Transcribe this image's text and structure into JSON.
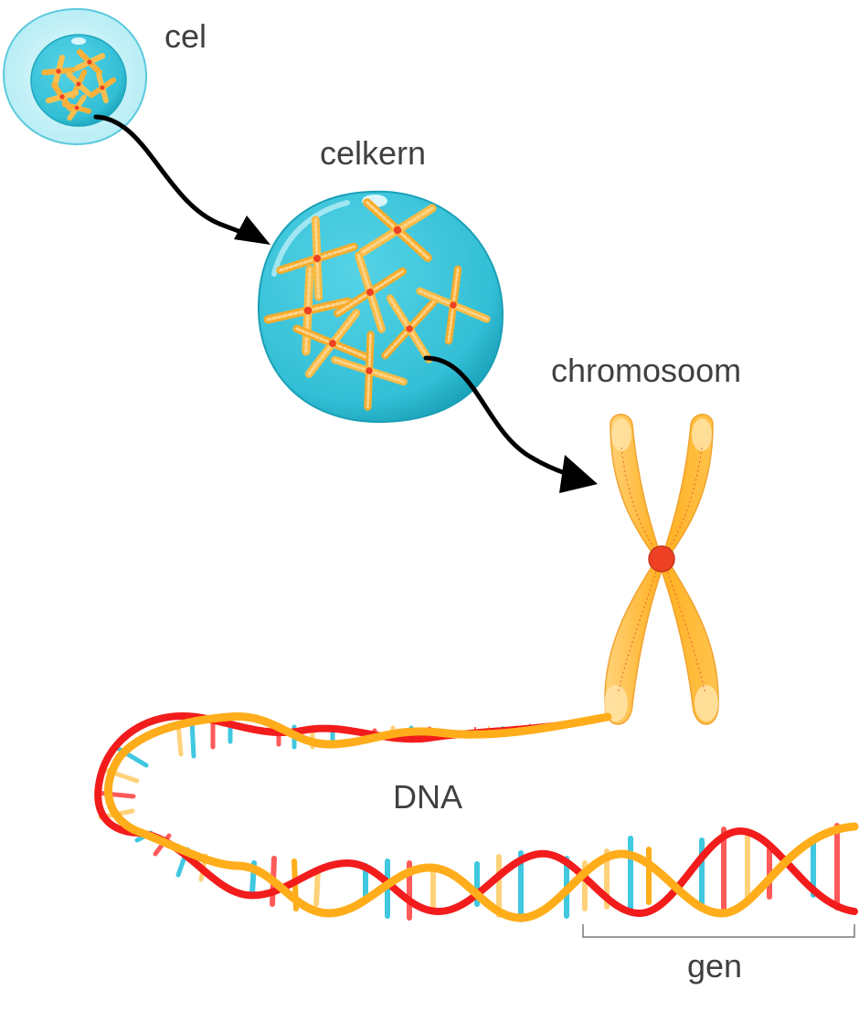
{
  "labels": {
    "cell": "cel",
    "nucleus": "celkern",
    "chromosome": "chromosoom",
    "dna": "DNA",
    "gene": "gen"
  },
  "colors": {
    "text": "#404040",
    "cell_outer": "#c9f1f7",
    "cell_edge": "#5cc9dd",
    "nucleus_fill": "#3fc6dc",
    "nucleus_edge": "#1ea6bd",
    "chromosome_fill": "#ffb627",
    "chromosome_light": "#ffd98a",
    "centromere": "#ee4124",
    "dna_strand_a": "#f21c1c",
    "dna_strand_b": "#ffad1a",
    "base_blue": "#3fc8e0",
    "base_red": "#ff5a5a",
    "base_yellow": "#ffd27a",
    "arrow": "#000000",
    "bracket": "#7a7a7a"
  }
}
